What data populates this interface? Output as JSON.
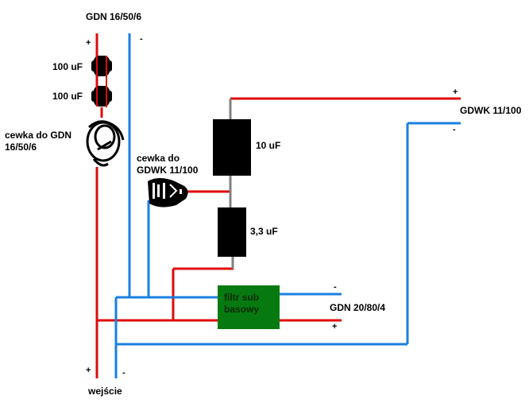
{
  "diagram": {
    "colors": {
      "positive_wire": "#e00a0a",
      "negative_wire": "#1b80e0",
      "neutral_wire": "#808080",
      "capacitor": "#000000",
      "filter": "#067a10"
    },
    "labels": {
      "tweeter_top": "GDN 16/50/6",
      "cap1": "100 uF",
      "cap2": "100 uF",
      "coil1_line1": "cewka do GDN",
      "coil1_line2": "16/50/6",
      "coil2_line1": "cewka do",
      "coil2_line2": "GDWK 11/100",
      "cap_10": "10 uF",
      "cap_33": "3,3 uF",
      "gdwk": "GDWK 11/100",
      "filter": "filtr sub\nbasowy",
      "woofer": "GDN 20/80/4",
      "input": "wejście"
    },
    "signs": {
      "plus": "+",
      "minus": "-"
    }
  }
}
